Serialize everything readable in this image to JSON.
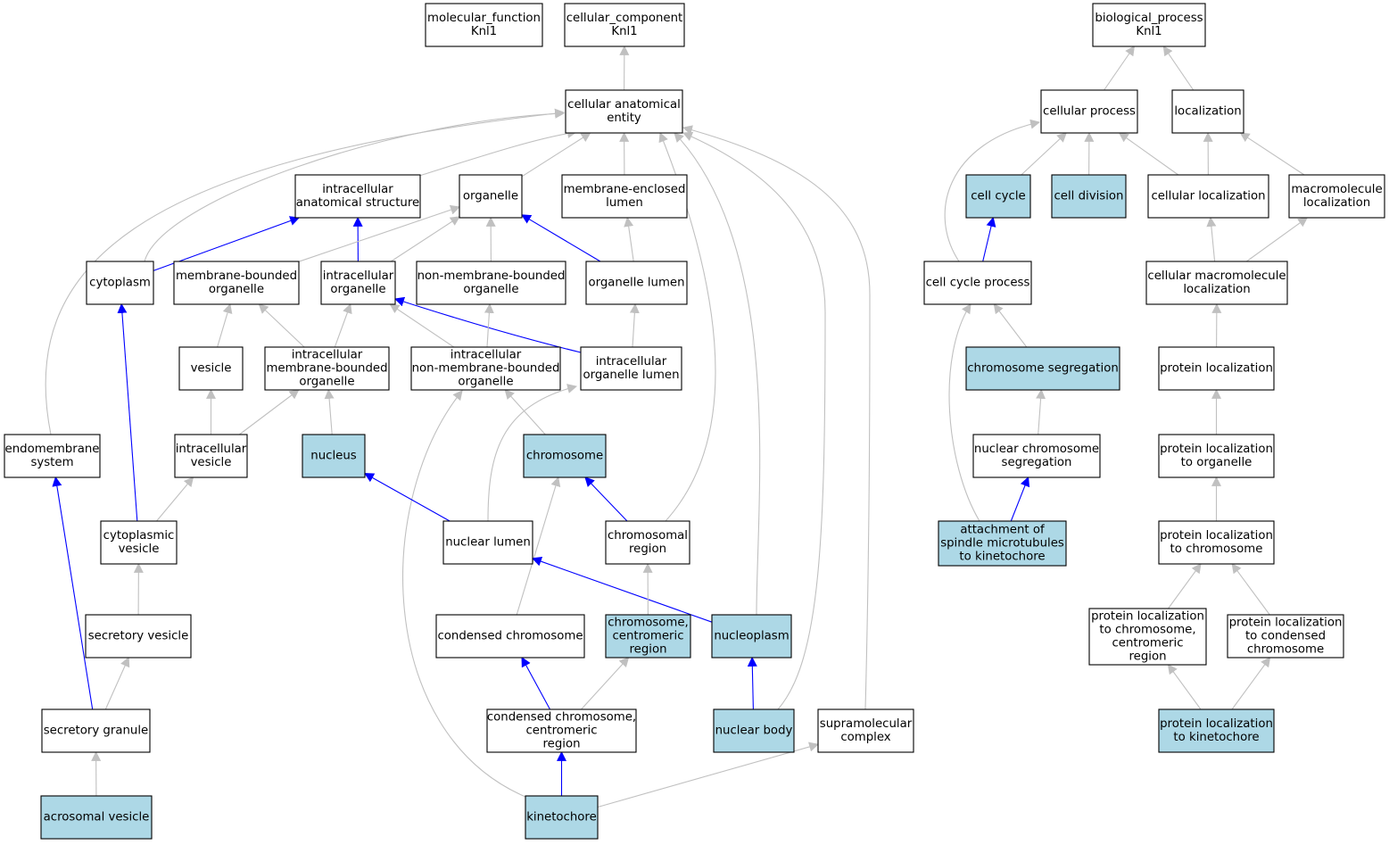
{
  "colors": {
    "highlight_fill": "#add8e6",
    "plain_fill": "#ffffff",
    "is_a_edge": "#c0c0c0",
    "part_of_edge": "#0000ff",
    "border": "#000000"
  },
  "nodes": [
    {
      "id": "mf_root",
      "lines": [
        "molecular_function",
        "Knl1"
      ],
      "highlight": false
    },
    {
      "id": "cc_root",
      "lines": [
        "cellular_component",
        "Knl1"
      ],
      "highlight": false
    },
    {
      "id": "bp_root",
      "lines": [
        "biological_process",
        "Knl1"
      ],
      "highlight": false
    },
    {
      "id": "cae",
      "lines": [
        "cellular anatomical",
        "entity"
      ],
      "highlight": false
    },
    {
      "id": "cellular_process",
      "lines": [
        "cellular process"
      ],
      "highlight": false
    },
    {
      "id": "localization",
      "lines": [
        "localization"
      ],
      "highlight": false
    },
    {
      "id": "ias",
      "lines": [
        "intracellular",
        "anatomical structure"
      ],
      "highlight": false
    },
    {
      "id": "organelle",
      "lines": [
        "organelle"
      ],
      "highlight": false
    },
    {
      "id": "mel",
      "lines": [
        "membrane-enclosed",
        "lumen"
      ],
      "highlight": false
    },
    {
      "id": "cell_cycle",
      "lines": [
        "cell cycle"
      ],
      "highlight": true
    },
    {
      "id": "cell_division",
      "lines": [
        "cell division"
      ],
      "highlight": true
    },
    {
      "id": "cellular_localization",
      "lines": [
        "cellular localization"
      ],
      "highlight": false
    },
    {
      "id": "macromolecule_localization",
      "lines": [
        "macromolecule",
        "localization"
      ],
      "highlight": false
    },
    {
      "id": "cytoplasm",
      "lines": [
        "cytoplasm"
      ],
      "highlight": false
    },
    {
      "id": "mbo",
      "lines": [
        "membrane-bounded",
        "organelle"
      ],
      "highlight": false
    },
    {
      "id": "io",
      "lines": [
        "intracellular",
        "organelle"
      ],
      "highlight": false
    },
    {
      "id": "nmbo",
      "lines": [
        "non-membrane-bounded",
        "organelle"
      ],
      "highlight": false
    },
    {
      "id": "organelle_lumen",
      "lines": [
        "organelle lumen"
      ],
      "highlight": false
    },
    {
      "id": "ccp",
      "lines": [
        "cell cycle process"
      ],
      "highlight": false
    },
    {
      "id": "cml",
      "lines": [
        "cellular macromolecule",
        "localization"
      ],
      "highlight": false
    },
    {
      "id": "vesicle",
      "lines": [
        "vesicle"
      ],
      "highlight": false
    },
    {
      "id": "imbo",
      "lines": [
        "intracellular",
        "membrane-bounded",
        "organelle"
      ],
      "highlight": false
    },
    {
      "id": "inmbo",
      "lines": [
        "intracellular",
        "non-membrane-bounded",
        "organelle"
      ],
      "highlight": false
    },
    {
      "id": "iol",
      "lines": [
        "intracellular",
        "organelle lumen"
      ],
      "highlight": false
    },
    {
      "id": "chrom_seg",
      "lines": [
        "chromosome segregation"
      ],
      "highlight": true
    },
    {
      "id": "protein_localization",
      "lines": [
        "protein localization"
      ],
      "highlight": false
    },
    {
      "id": "endomembrane",
      "lines": [
        "endomembrane",
        "system"
      ],
      "highlight": false
    },
    {
      "id": "iv",
      "lines": [
        "intracellular",
        "vesicle"
      ],
      "highlight": false
    },
    {
      "id": "nucleus",
      "lines": [
        "nucleus"
      ],
      "highlight": true
    },
    {
      "id": "chromosome",
      "lines": [
        "chromosome"
      ],
      "highlight": true
    },
    {
      "id": "ncs",
      "lines": [
        "nuclear chromosome",
        "segregation"
      ],
      "highlight": false
    },
    {
      "id": "plto",
      "lines": [
        "protein localization",
        "to organelle"
      ],
      "highlight": false
    },
    {
      "id": "cytoplasmic_vesicle",
      "lines": [
        "cytoplasmic",
        "vesicle"
      ],
      "highlight": false
    },
    {
      "id": "nuclear_lumen",
      "lines": [
        "nuclear lumen"
      ],
      "highlight": false
    },
    {
      "id": "chromosomal_region",
      "lines": [
        "chromosomal",
        "region"
      ],
      "highlight": false
    },
    {
      "id": "asmk",
      "lines": [
        "attachment of",
        "spindle microtubules",
        "to kinetochore"
      ],
      "highlight": true
    },
    {
      "id": "pltc",
      "lines": [
        "protein localization",
        "to chromosome"
      ],
      "highlight": false
    },
    {
      "id": "secretory_vesicle",
      "lines": [
        "secretory vesicle"
      ],
      "highlight": false
    },
    {
      "id": "condensed_chromosome",
      "lines": [
        "condensed chromosome"
      ],
      "highlight": false
    },
    {
      "id": "ccr",
      "lines": [
        "chromosome,",
        "centromeric",
        "region"
      ],
      "highlight": true
    },
    {
      "id": "nucleoplasm",
      "lines": [
        "nucleoplasm"
      ],
      "highlight": true
    },
    {
      "id": "pltccr",
      "lines": [
        "protein localization",
        "to chromosome,",
        "centromeric",
        "region"
      ],
      "highlight": false
    },
    {
      "id": "pltcc",
      "lines": [
        "protein localization",
        "to condensed",
        "chromosome"
      ],
      "highlight": false
    },
    {
      "id": "secretory_granule",
      "lines": [
        "secretory granule"
      ],
      "highlight": false
    },
    {
      "id": "cccr",
      "lines": [
        "condensed chromosome,",
        "centromeric",
        "region"
      ],
      "highlight": false
    },
    {
      "id": "nuclear_body",
      "lines": [
        "nuclear body"
      ],
      "highlight": true
    },
    {
      "id": "supramolecular",
      "lines": [
        "supramolecular",
        "complex"
      ],
      "highlight": false
    },
    {
      "id": "pltk",
      "lines": [
        "protein localization",
        "to kinetochore"
      ],
      "highlight": true
    },
    {
      "id": "acrosomal_vesicle",
      "lines": [
        "acrosomal vesicle"
      ],
      "highlight": true
    },
    {
      "id": "kinetochore",
      "lines": [
        "kinetochore"
      ],
      "highlight": true
    }
  ],
  "edges": [
    {
      "from": "cae",
      "to": "cc_root",
      "type": "is_a"
    },
    {
      "from": "cellular_process",
      "to": "bp_root",
      "type": "is_a"
    },
    {
      "from": "localization",
      "to": "bp_root",
      "type": "is_a"
    },
    {
      "from": "ias",
      "to": "cae",
      "type": "is_a"
    },
    {
      "from": "organelle",
      "to": "cae",
      "type": "is_a"
    },
    {
      "from": "mel",
      "to": "cae",
      "type": "is_a"
    },
    {
      "from": "cytoplasm",
      "to": "cae",
      "type": "is_a"
    },
    {
      "from": "endomembrane",
      "to": "cae",
      "type": "is_a"
    },
    {
      "from": "chromosomal_region",
      "to": "cae",
      "type": "is_a"
    },
    {
      "from": "nucleoplasm",
      "to": "cae",
      "type": "is_a"
    },
    {
      "from": "nuclear_body",
      "to": "cae",
      "type": "is_a"
    },
    {
      "from": "supramolecular",
      "to": "cae",
      "type": "is_a"
    },
    {
      "from": "cytoplasm",
      "to": "ias",
      "type": "part_of"
    },
    {
      "from": "io",
      "to": "ias",
      "type": "part_of"
    },
    {
      "from": "mbo",
      "to": "organelle",
      "type": "is_a"
    },
    {
      "from": "io",
      "to": "organelle",
      "type": "is_a"
    },
    {
      "from": "nmbo",
      "to": "organelle",
      "type": "is_a"
    },
    {
      "from": "organelle_lumen",
      "to": "organelle",
      "type": "part_of"
    },
    {
      "from": "organelle_lumen",
      "to": "mel",
      "type": "is_a"
    },
    {
      "from": "vesicle",
      "to": "mbo",
      "type": "is_a"
    },
    {
      "from": "imbo",
      "to": "mbo",
      "type": "is_a"
    },
    {
      "from": "imbo",
      "to": "io",
      "type": "is_a"
    },
    {
      "from": "inmbo",
      "to": "io",
      "type": "is_a"
    },
    {
      "from": "iol",
      "to": "io",
      "type": "part_of"
    },
    {
      "from": "inmbo",
      "to": "nmbo",
      "type": "is_a"
    },
    {
      "from": "iol",
      "to": "organelle_lumen",
      "type": "is_a"
    },
    {
      "from": "iv",
      "to": "vesicle",
      "type": "is_a"
    },
    {
      "from": "iv",
      "to": "imbo",
      "type": "is_a"
    },
    {
      "from": "nucleus",
      "to": "imbo",
      "type": "is_a"
    },
    {
      "from": "chromosome",
      "to": "inmbo",
      "type": "is_a"
    },
    {
      "from": "kinetochore",
      "to": "inmbo",
      "type": "is_a"
    },
    {
      "from": "nuclear_lumen",
      "to": "iol",
      "type": "is_a"
    },
    {
      "from": "cytoplasmic_vesicle",
      "to": "iv",
      "type": "is_a"
    },
    {
      "from": "cytoplasmic_vesicle",
      "to": "cytoplasm",
      "type": "part_of"
    },
    {
      "from": "nuclear_lumen",
      "to": "nucleus",
      "type": "part_of"
    },
    {
      "from": "chromosomal_region",
      "to": "chromosome",
      "type": "part_of"
    },
    {
      "from": "condensed_chromosome",
      "to": "chromosome",
      "type": "is_a"
    },
    {
      "from": "nucleoplasm",
      "to": "nuclear_lumen",
      "type": "part_of"
    },
    {
      "from": "secretory_vesicle",
      "to": "cytoplasmic_vesicle",
      "type": "is_a"
    },
    {
      "from": "ccr",
      "to": "chromosomal_region",
      "type": "is_a"
    },
    {
      "from": "secretory_granule",
      "to": "secretory_vesicle",
      "type": "is_a"
    },
    {
      "from": "secretory_granule",
      "to": "endomembrane",
      "type": "part_of"
    },
    {
      "from": "cccr",
      "to": "condensed_chromosome",
      "type": "part_of"
    },
    {
      "from": "cccr",
      "to": "ccr",
      "type": "is_a"
    },
    {
      "from": "nuclear_body",
      "to": "nucleoplasm",
      "type": "part_of"
    },
    {
      "from": "acrosomal_vesicle",
      "to": "secretory_granule",
      "type": "is_a"
    },
    {
      "from": "kinetochore",
      "to": "cccr",
      "type": "part_of"
    },
    {
      "from": "kinetochore",
      "to": "supramolecular",
      "type": "is_a"
    },
    {
      "from": "cell_cycle",
      "to": "cellular_process",
      "type": "is_a"
    },
    {
      "from": "cell_division",
      "to": "cellular_process",
      "type": "is_a"
    },
    {
      "from": "cellular_localization",
      "to": "cellular_process",
      "type": "is_a"
    },
    {
      "from": "cellular_localization",
      "to": "localization",
      "type": "is_a"
    },
    {
      "from": "macromolecule_localization",
      "to": "localization",
      "type": "is_a"
    },
    {
      "from": "ccp",
      "to": "cellular_process",
      "type": "is_a"
    },
    {
      "from": "ccp",
      "to": "cell_cycle",
      "type": "part_of"
    },
    {
      "from": "cml",
      "to": "cellular_localization",
      "type": "is_a"
    },
    {
      "from": "cml",
      "to": "macromolecule_localization",
      "type": "is_a"
    },
    {
      "from": "chrom_seg",
      "to": "ccp",
      "type": "is_a"
    },
    {
      "from": "protein_localization",
      "to": "cml",
      "type": "is_a"
    },
    {
      "from": "ncs",
      "to": "chrom_seg",
      "type": "is_a"
    },
    {
      "from": "plto",
      "to": "protein_localization",
      "type": "is_a"
    },
    {
      "from": "asmk",
      "to": "ccp",
      "type": "is_a"
    },
    {
      "from": "asmk",
      "to": "ncs",
      "type": "part_of"
    },
    {
      "from": "pltc",
      "to": "plto",
      "type": "is_a"
    },
    {
      "from": "pltccr",
      "to": "pltc",
      "type": "is_a"
    },
    {
      "from": "pltcc",
      "to": "pltc",
      "type": "is_a"
    },
    {
      "from": "pltk",
      "to": "pltccr",
      "type": "is_a"
    },
    {
      "from": "pltk",
      "to": "pltcc",
      "type": "is_a"
    }
  ]
}
